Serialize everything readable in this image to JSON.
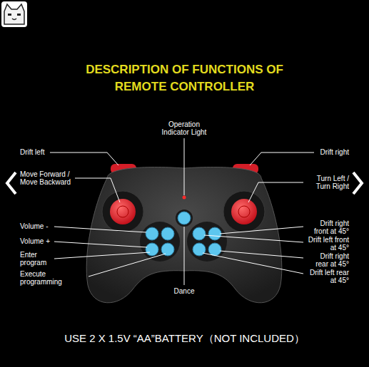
{
  "diagram": {
    "title": "DESCRIPTION OF FUNCTIONS OF REMOTE CONTROLLER",
    "caption": "USE 2 X 1.5V “AA”BATTERY（NOT INCLUDED）",
    "labels": [
      "Operation Indicator Light",
      "Drift left",
      "Drift right",
      "Move Forward / Move Backward",
      "Turn Left / Turn Right",
      "Volume -",
      "Volume +",
      "Enter program",
      "Execute programming",
      "Drift right front at 45°",
      "Drift left front at 45°",
      "Drift right rear at 45°",
      "Drift left rear at 45°",
      "Dance"
    ]
  }
}
